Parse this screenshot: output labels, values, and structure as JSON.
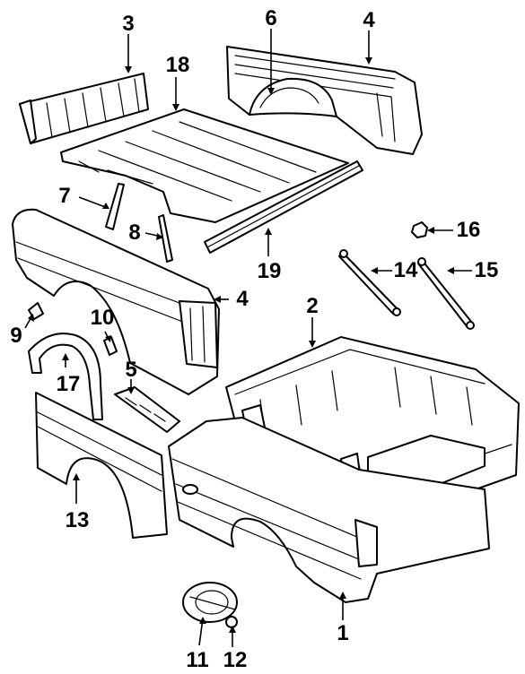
{
  "callouts": [
    {
      "id": "1",
      "label": "1"
    },
    {
      "id": "2",
      "label": "2"
    },
    {
      "id": "3",
      "label": "3"
    },
    {
      "id": "4a",
      "label": "4"
    },
    {
      "id": "4b",
      "label": "4"
    },
    {
      "id": "5",
      "label": "5"
    },
    {
      "id": "6",
      "label": "6"
    },
    {
      "id": "7",
      "label": "7"
    },
    {
      "id": "8",
      "label": "8"
    },
    {
      "id": "9",
      "label": "9"
    },
    {
      "id": "10",
      "label": "10"
    },
    {
      "id": "11",
      "label": "11"
    },
    {
      "id": "12",
      "label": "12"
    },
    {
      "id": "13",
      "label": "13"
    },
    {
      "id": "14",
      "label": "14"
    },
    {
      "id": "15",
      "label": "15"
    },
    {
      "id": "16",
      "label": "16"
    },
    {
      "id": "17",
      "label": "17"
    },
    {
      "id": "18",
      "label": "18"
    },
    {
      "id": "19",
      "label": "19"
    }
  ]
}
